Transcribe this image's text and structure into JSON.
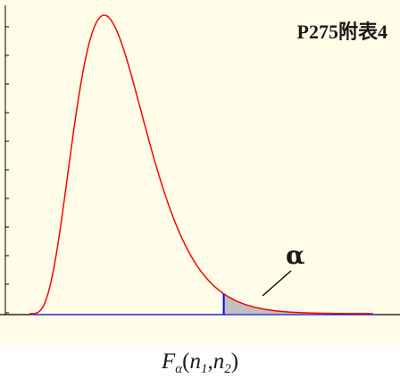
{
  "table_reference": "P275附表4",
  "chart_data": {
    "type": "area",
    "distribution": "F",
    "colors": {
      "background": "#fffde8",
      "curve": "#ff0000",
      "critical_line": "#0000ff",
      "tail_fill": "#c0c0c0",
      "axis": "#000000"
    },
    "curve_shape": {
      "x_range": [
        0,
        4.6
      ],
      "peak_x": 1.0,
      "critical_x": 2.6
    },
    "annotations": {
      "tail_area": "α",
      "critical_value": {
        "symbol": "F",
        "subscript": "α",
        "args": [
          "n",
          "n"
        ],
        "arg_subscripts": [
          "1",
          "2"
        ]
      }
    }
  }
}
